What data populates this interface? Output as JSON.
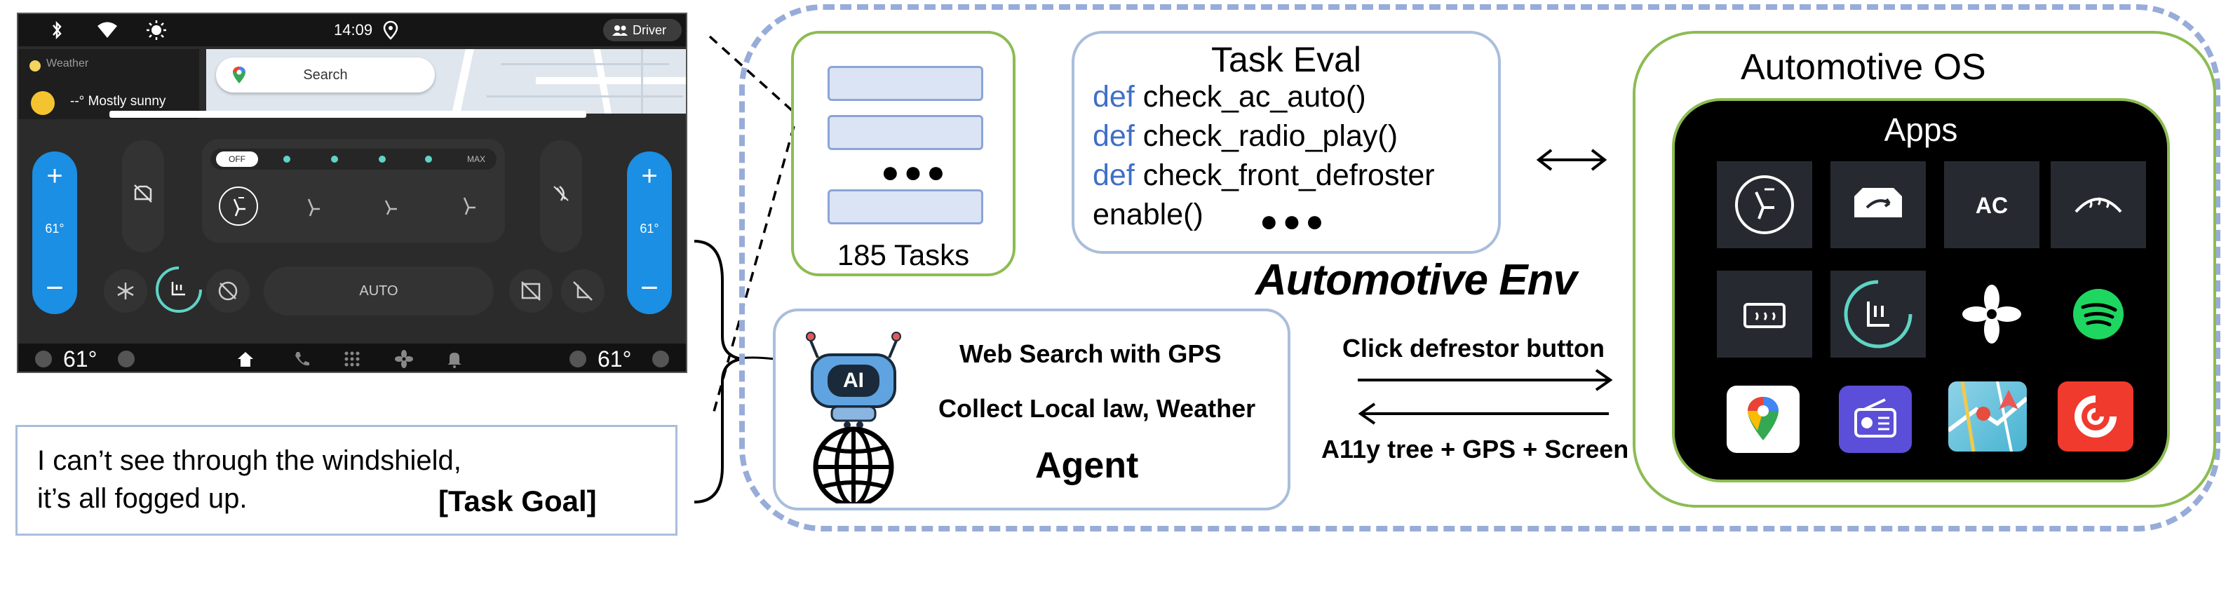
{
  "screen": {
    "status": {
      "time": "14:09",
      "driver": "Driver"
    },
    "weather": {
      "label": "Weather",
      "forecast": "--° Mostly sunny"
    },
    "search": {
      "placeholder": "Search"
    },
    "fan": {
      "off": "OFF",
      "max": "MAX"
    },
    "temps": {
      "left": "61°",
      "right": "61°"
    },
    "auto_label": "AUTO",
    "nav": {
      "left_temp": "61°",
      "right_temp": "61°"
    }
  },
  "goal": {
    "line1": "I can’t see through the windshield,",
    "line2": "it’s all fogged up.",
    "tag": "[Task Goal]"
  },
  "tasks": {
    "label": "185 Tasks"
  },
  "eval": {
    "title": "Task Eval",
    "keyword": "def",
    "lines": [
      "check_ac_auto()",
      "check_radio_play()",
      "check_front_defroster",
      "enable()"
    ]
  },
  "env": {
    "title": "Automotive Env"
  },
  "agent": {
    "line1": "Web Search with GPS",
    "line2": "Collect Local law, Weather",
    "title": "Agent",
    "robot_text": "AI"
  },
  "arrows": {
    "action": "Click defrestor button",
    "observation": "A11y tree + GPS + Screen"
  },
  "os": {
    "title": "Automotive OS",
    "apps_title": "Apps",
    "ac_label": "AC"
  }
}
